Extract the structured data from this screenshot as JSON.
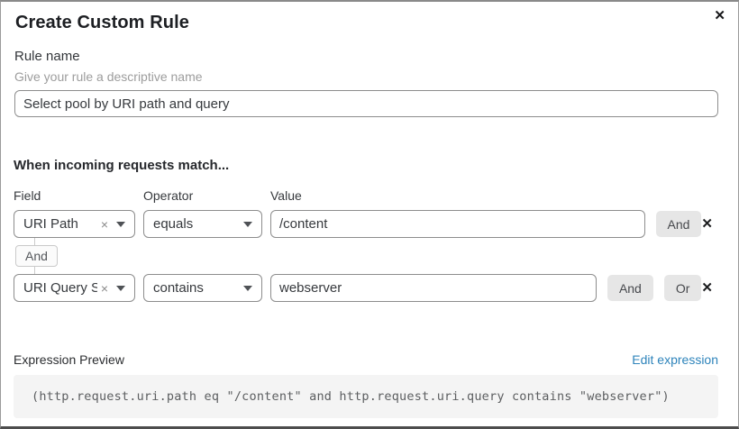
{
  "colors": {
    "link_blue": "#2e84bb",
    "button_gray": "#e6e6e6",
    "code_background": "#f4f4f4",
    "control_border": "#8d8d8d"
  },
  "icons": {
    "close": "✕",
    "clear": "×",
    "remove": "✕"
  },
  "dialog": {
    "title": "Create Custom Rule"
  },
  "rule_name": {
    "label": "Rule name",
    "hint": "Give your rule a descriptive name",
    "value": "Select pool by URI path and query"
  },
  "matcher": {
    "heading": "When incoming requests match...",
    "columns": {
      "field": "Field",
      "operator": "Operator",
      "value": "Value"
    },
    "connector": "And",
    "rows": [
      {
        "field": "URI Path",
        "operator": "equals",
        "value": "/content",
        "buttons": [
          "And"
        ]
      },
      {
        "field": "URI Query St...",
        "operator": "contains",
        "value": "webserver",
        "buttons": [
          "And",
          "Or"
        ]
      }
    ]
  },
  "expression": {
    "label": "Expression Preview",
    "edit_link": "Edit expression",
    "code": "(http.request.uri.path eq \"/content\" and http.request.uri.query contains \"webserver\")"
  }
}
